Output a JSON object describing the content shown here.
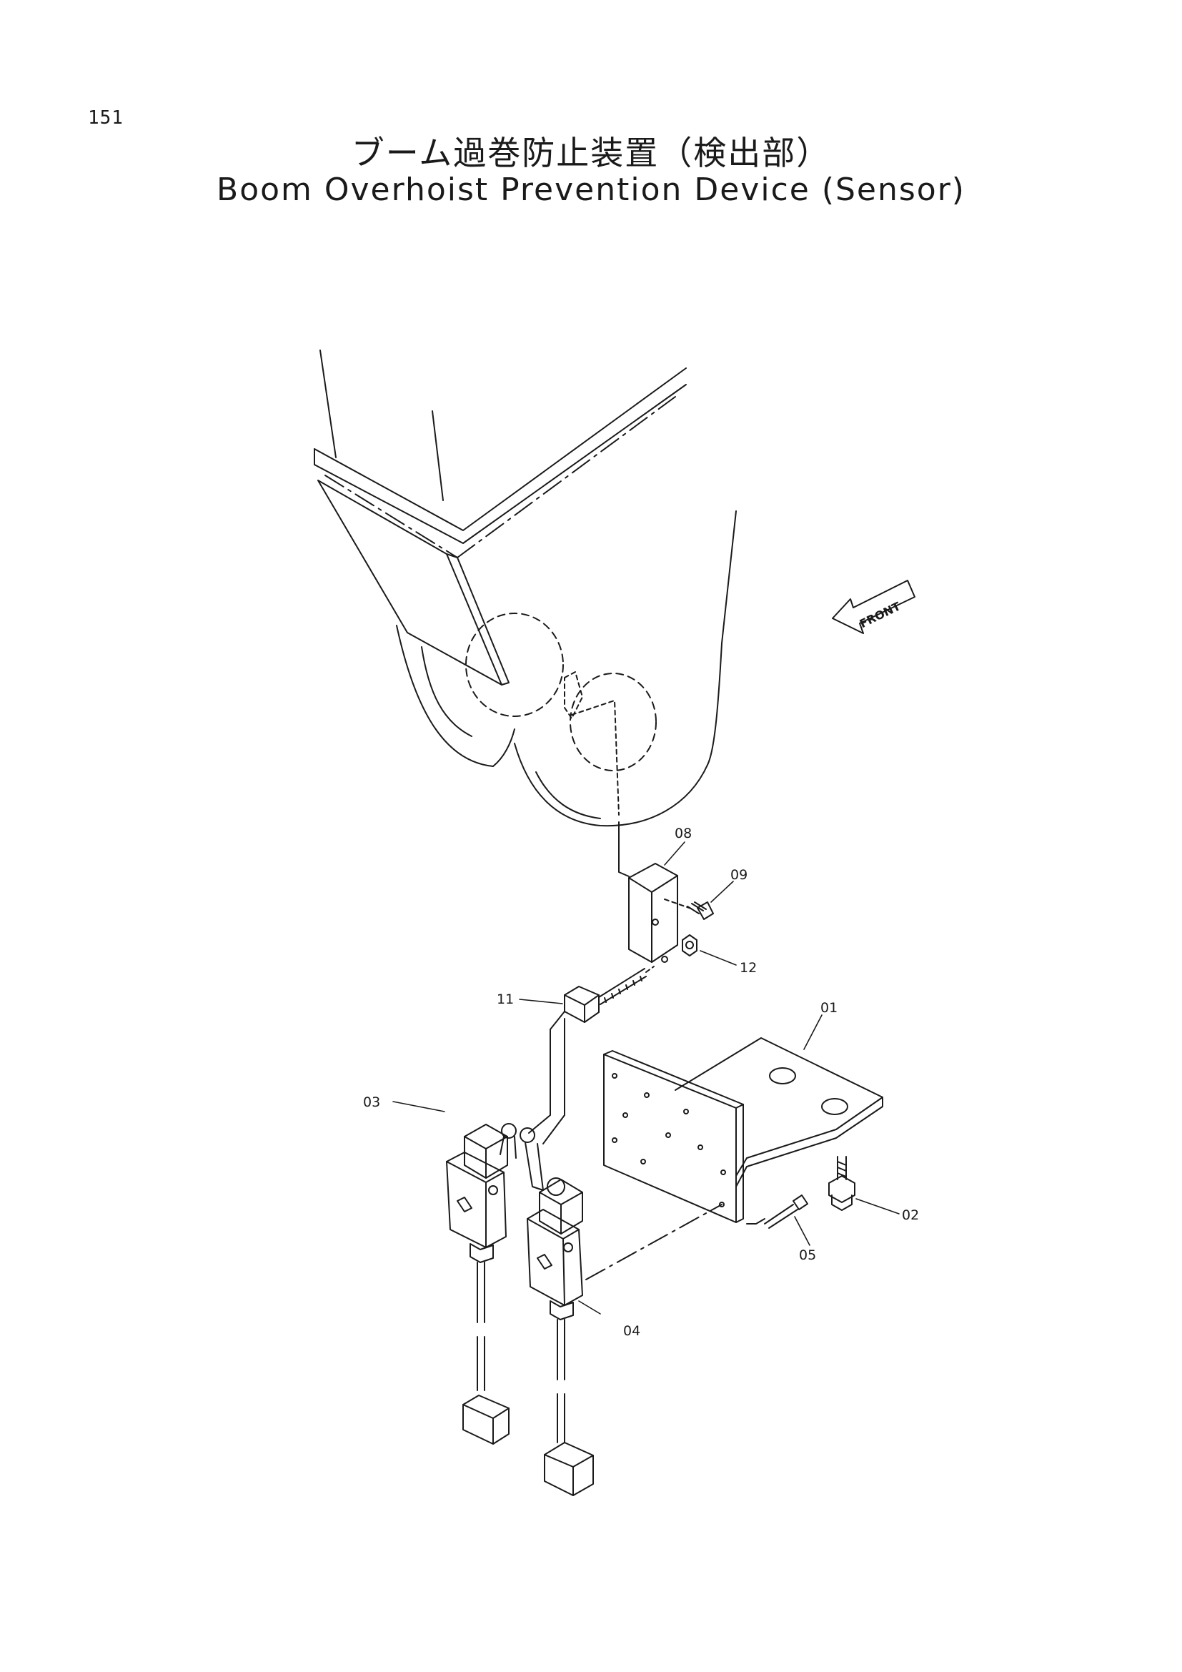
{
  "page": {
    "number": "151"
  },
  "title": {
    "japanese": "ブーム過巻防止装置（検出部）",
    "english": "Boom Overhoist Prevention Device (Sensor)"
  },
  "direction_marker": {
    "label": "FRONT"
  },
  "callouts": [
    {
      "id": "01",
      "label": "01"
    },
    {
      "id": "02",
      "label": "02"
    },
    {
      "id": "03",
      "label": "03"
    },
    {
      "id": "04",
      "label": "04"
    },
    {
      "id": "05",
      "label": "05"
    },
    {
      "id": "08",
      "label": "08"
    },
    {
      "id": "09",
      "label": "09"
    },
    {
      "id": "11",
      "label": "11"
    },
    {
      "id": "12",
      "label": "12"
    }
  ],
  "colors": {
    "ink": "#1a1a1a",
    "paper": "#ffffff"
  }
}
